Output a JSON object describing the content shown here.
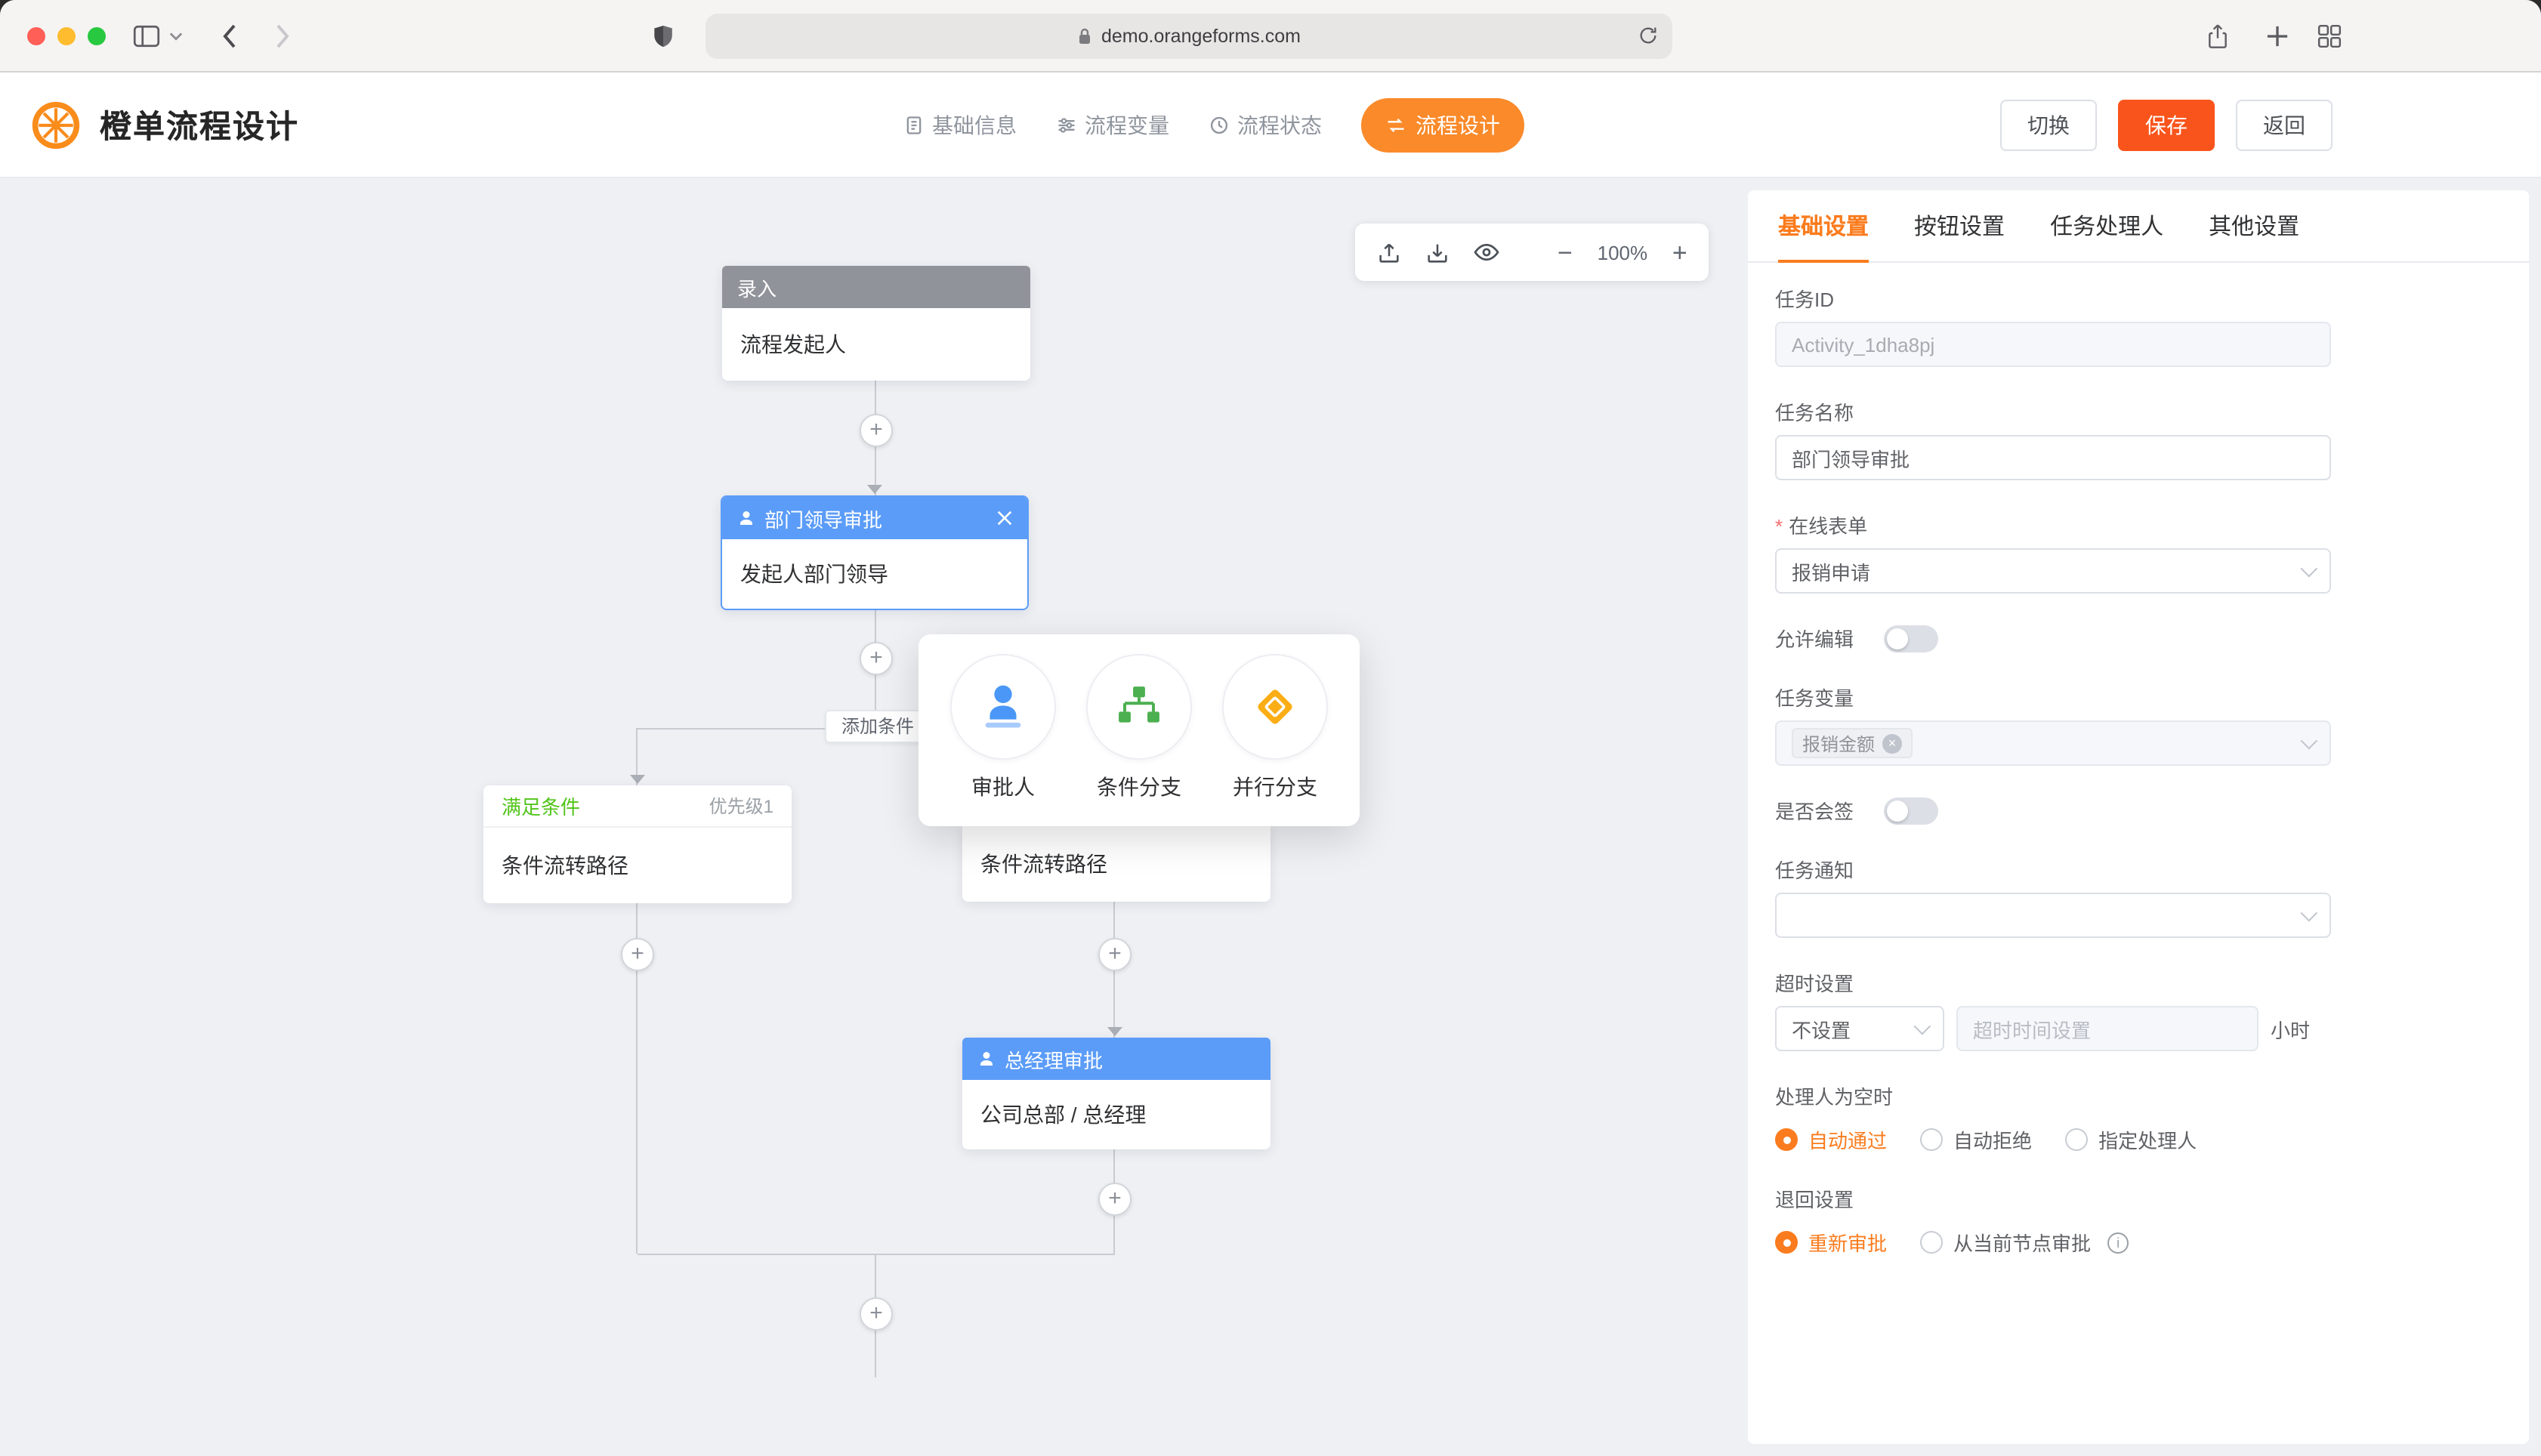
{
  "colors": {
    "accent_orange": "#fa7c1e",
    "save_button_orange": "#f9541b",
    "nav_pill_orange": "#fa8a2a",
    "node_header_blue": "#5b9cf8",
    "node_header_gray": "#909399",
    "condition_green": "#52c41a",
    "parallel_amber": "#faad14",
    "approver_blue": "#4a97f7"
  },
  "browser": {
    "url": "demo.orangeforms.com"
  },
  "header": {
    "title": "橙单流程设计",
    "nav": [
      {
        "label": "基础信息",
        "icon": "doc-icon"
      },
      {
        "label": "流程变量",
        "icon": "sliders-icon"
      },
      {
        "label": "流程状态",
        "icon": "status-icon"
      },
      {
        "label": "流程设计",
        "icon": "flow-icon",
        "active": true
      }
    ],
    "actions": {
      "switch": "切换",
      "save": "保存",
      "back": "返回"
    }
  },
  "canvas": {
    "zoom": "100%",
    "zoom_out": "−",
    "zoom_in": "+",
    "plus": "+",
    "add_condition_label": "添加条件",
    "start_node": {
      "header": "录入",
      "body": "流程发起人"
    },
    "dept_node": {
      "header": "部门领导审批",
      "body": "发起人部门领导"
    },
    "popup": {
      "items": [
        {
          "label": "审批人",
          "icon": "approver-icon"
        },
        {
          "label": "条件分支",
          "icon": "condition-branch-icon"
        },
        {
          "label": "并行分支",
          "icon": "parallel-branch-icon"
        }
      ]
    },
    "left_branch": {
      "tag": "满足条件",
      "priority": "优先级1",
      "body": "条件流转路径"
    },
    "right_branch": {
      "body": "条件流转路径"
    },
    "manager_node": {
      "header": "总经理审批",
      "body": "公司总部 / 总经理"
    }
  },
  "panel": {
    "tabs": [
      {
        "label": "基础设置",
        "active": true
      },
      {
        "label": "按钮设置"
      },
      {
        "label": "任务处理人"
      },
      {
        "label": "其他设置"
      }
    ],
    "task_id": {
      "label": "任务ID",
      "value": "Activity_1dha8pj"
    },
    "task_name": {
      "label": "任务名称",
      "value": "部门领导审批"
    },
    "online_form": {
      "label": "在线表单",
      "value": "报销申请"
    },
    "allow_edit": {
      "label": "允许编辑",
      "on": false
    },
    "task_variable": {
      "label": "任务变量",
      "tag": "报销金额"
    },
    "countersign": {
      "label": "是否会签",
      "on": false
    },
    "task_notify": {
      "label": "任务通知"
    },
    "timeout": {
      "label": "超时设置",
      "select_value": "不设置",
      "placeholder": "超时时间设置",
      "unit": "小时"
    },
    "empty_handler": {
      "label": "处理人为空时",
      "options": [
        {
          "label": "自动通过",
          "selected": true
        },
        {
          "label": "自动拒绝"
        },
        {
          "label": "指定处理人"
        }
      ]
    },
    "return_setting": {
      "label": "退回设置",
      "options": [
        {
          "label": "重新审批",
          "selected": true
        },
        {
          "label": "从当前节点审批"
        }
      ]
    }
  }
}
